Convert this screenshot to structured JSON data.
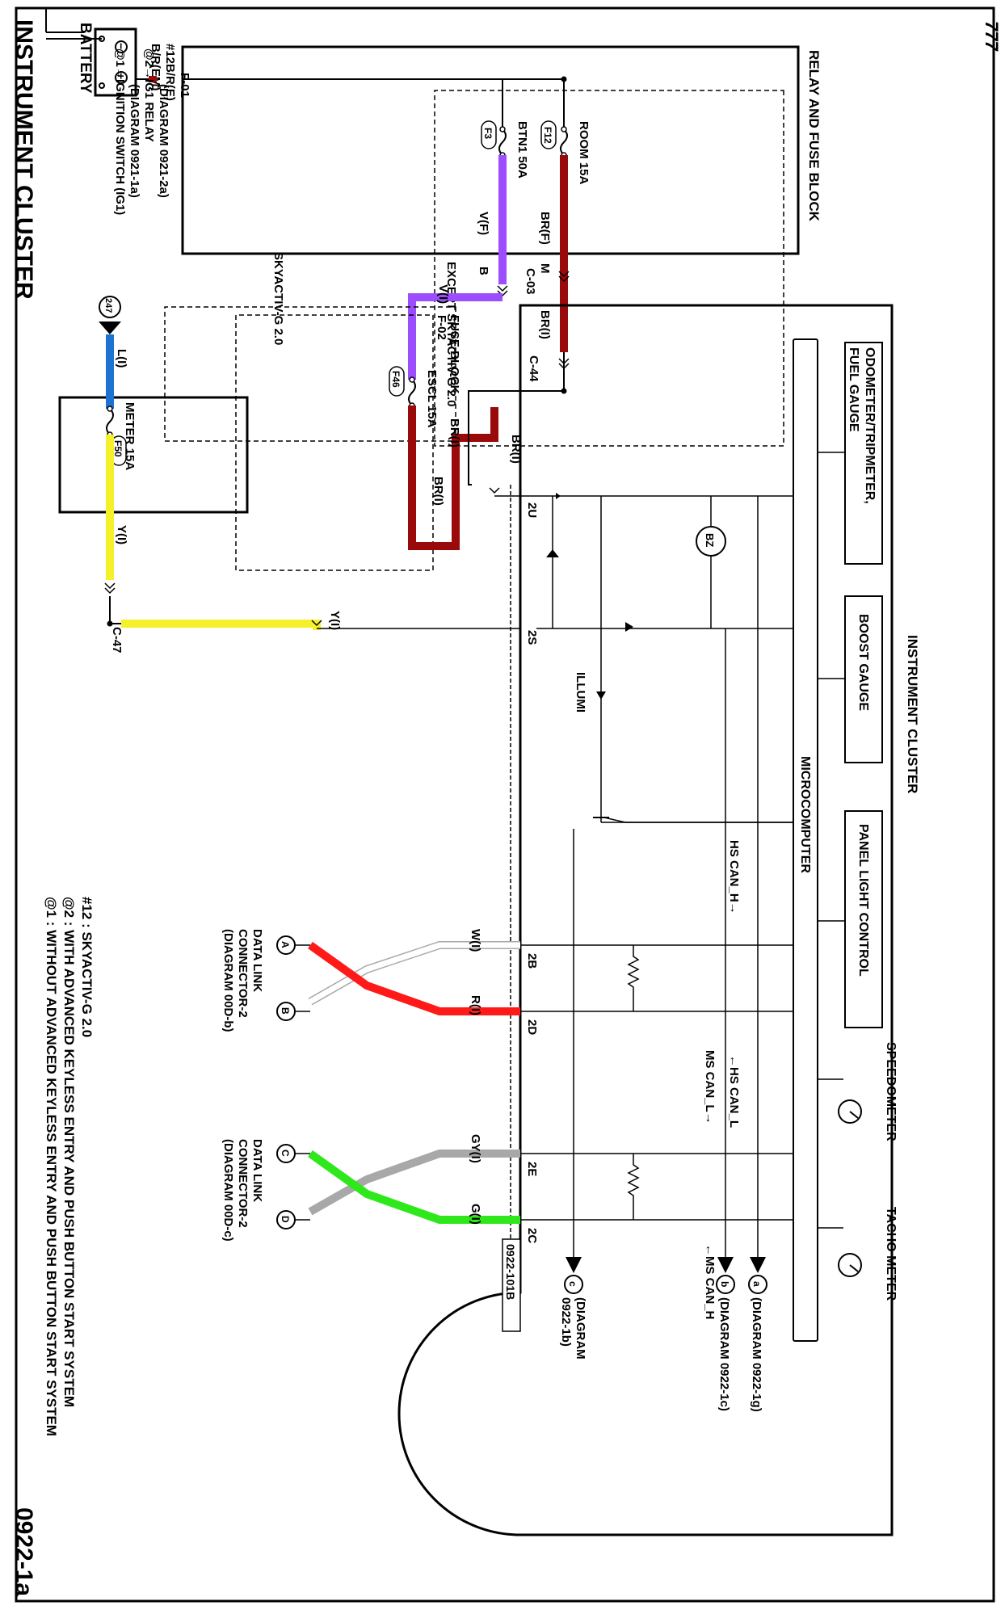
{
  "header": {
    "title": "INSTRUMENT CLUSTER",
    "diagram_code": "0922-1a",
    "ground_code": "777"
  },
  "notes": {
    "n1": "@1 : WITHOUT ADVANCED KEYLESS ENTRY AND PUSH BUTTON START SYSTEM",
    "n2": "@2 : WITH ADVANCED KEYLESS ENTRY AND PUSH BUTTON START SYSTEM",
    "n3": "#12 : SKYACTIV-G 2.0"
  },
  "battery": {
    "label": "BATTERY",
    "wire1": "B/R(EM)",
    "wire2": "#12B/R(E)",
    "connector": "F-01"
  },
  "relay_block": {
    "label": "RELAY AND FUSE BLOCK",
    "room_fuse": "ROOM 15A",
    "room_fuse_id": "F12",
    "btn_fuse": "BTN1 50A",
    "btn_fuse_id": "F3",
    "except_label": "EXCEPT SKYACTIV-G 2.0",
    "skyactiv_label": "SKYACTIV-G 2.0"
  },
  "fuse_block": {
    "label": "FUSE BLOCK",
    "connector": "F-02",
    "escl_fuse": "ESCL 15A",
    "escl_fuse_id": "F46",
    "meter_fuse": "METER 15A",
    "meter_fuse_id": "F50"
  },
  "wires": {
    "br_f": "BR(F)",
    "v_f": "V(F)",
    "c03": "C-03",
    "m": "M",
    "b": "B",
    "v_i": "V(I)",
    "br_i_1": "BR(I)",
    "c44": "C-44",
    "br_i_2": "BR(I)",
    "br_i_3": "BR(I)",
    "br_i_4": "BR(I)",
    "l_i": "L(I)",
    "y_i_1": "Y(I)",
    "y_i_2": "Y(I)",
    "c47": "C-47",
    "w_i": "W(I)",
    "r_i": "R(I)",
    "gy_i": "GY(I)",
    "g_i": "G(I)",
    "ref_247": "247"
  },
  "legend": {
    "l1": "@1→IGNITION SWITCH (IG1)",
    "l1b": "(DIAGRAM  0921-1a)",
    "l2": "@2→IG1 RELAY",
    "l2b": "(DIAGRAM  0921-2a)"
  },
  "cluster": {
    "label": "INSTRUMENT CLUSTER",
    "microcomputer": "MICROCOMPUTER",
    "odometer": "ODOMETER/TRIPMETER,",
    "fuel_gauge": "FUEL GAUGE",
    "boost_gauge": "BOOST GAUGE",
    "panel_light": "PANEL LIGHT CONTROL",
    "speedometer": "SPEEDOMETER",
    "tachometer": "TACHO METER",
    "buzzer": "BZ",
    "illumi": "ILLUMI",
    "hs_can_h": "HS CAN_H→",
    "hs_can_l": "←HS CAN_L",
    "ms_can_l": "MS CAN_L→",
    "ms_can_h": "←MS CAN_H",
    "pin_2u": "2U",
    "pin_2s": "2S",
    "pin_2b": "2B",
    "pin_2d": "2D",
    "pin_2e": "2E",
    "pin_2c": "2C",
    "connector_code": "0922-101B"
  },
  "dlc": {
    "label1": "DATA LINK",
    "label2": "CONNECTOR-2",
    "diag1": "(DIAGRAM 00D-b)",
    "diag2": "(DIAGRAM 00D-c)",
    "pin_a": "A",
    "pin_b": "B",
    "pin_c": "C",
    "pin_d": "D"
  },
  "refs": {
    "a": "a",
    "a_diag": "(DIAGRAM  0922-1g)",
    "b": "b",
    "b_diag": "(DIAGRAM  0922-1c)",
    "c": "c",
    "c_diag1": "(DIAGRAM",
    "c_diag2": "0922-1b)"
  },
  "colors": {
    "br": "#9b0a0a",
    "violet": "#9b4dff",
    "blue": "#1e73d2",
    "yellow": "#f5f02a",
    "red": "#ff1a1a",
    "gray": "#a8a8a8",
    "green": "#2fe81b",
    "white_wire": "#ffffff"
  }
}
